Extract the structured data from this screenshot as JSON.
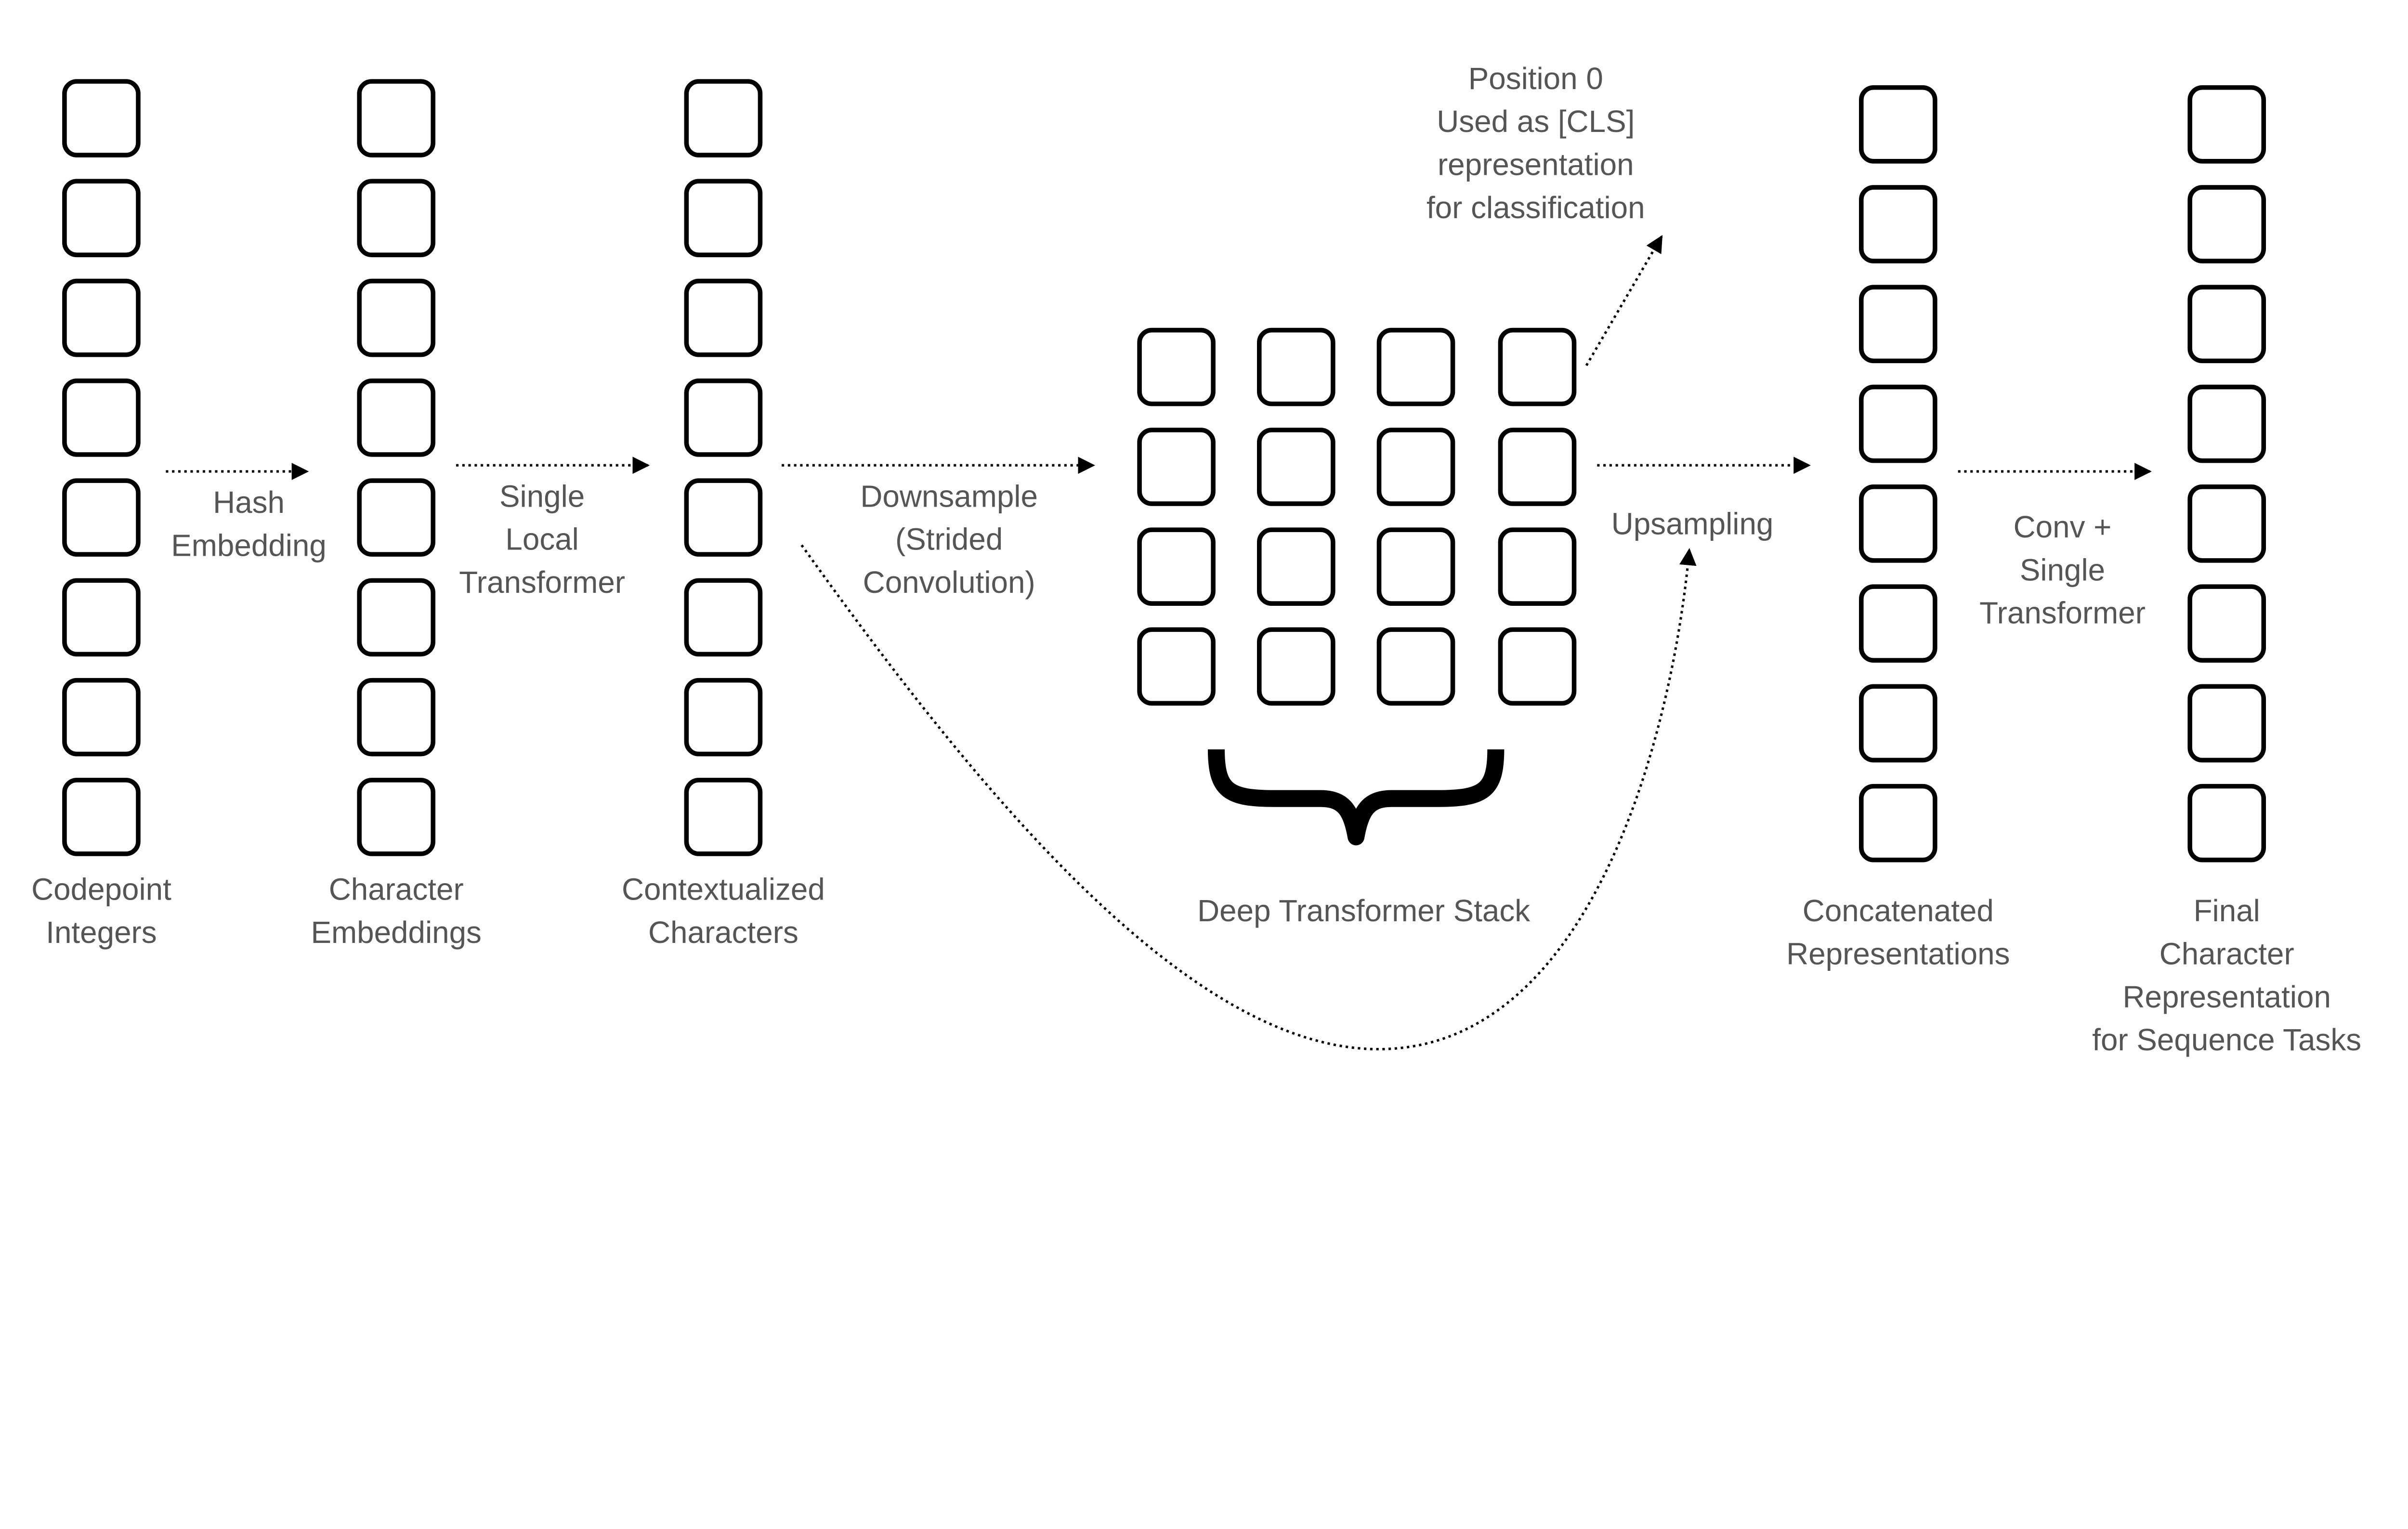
{
  "columns": [
    {
      "label": [
        "Codepoint",
        "Integers"
      ]
    },
    {
      "label": [
        "Character",
        "Embeddings"
      ]
    },
    {
      "label": [
        "Contextualized",
        "Characters"
      ]
    },
    {
      "label": [
        "Concatenated",
        "Representations"
      ]
    },
    {
      "label": [
        "Final",
        "Character",
        "Representation",
        "for Sequence Tasks"
      ]
    }
  ],
  "steps": [
    {
      "label": [
        "Hash",
        "Embedding"
      ]
    },
    {
      "label": [
        "Single",
        "Local",
        "Transformer"
      ]
    },
    {
      "label": [
        "Downsample",
        "(Strided",
        "Convolution)"
      ]
    },
    {
      "label": [
        "Upsampling"
      ]
    },
    {
      "label": [
        "Conv +",
        "Single",
        "Transformer"
      ]
    }
  ],
  "stack": {
    "label": "Deep Transformer Stack"
  },
  "cls_note": [
    "Position 0",
    "Used as [CLS]",
    "representation",
    "for classification"
  ],
  "colors": {
    "text": "#555555",
    "stroke": "#000000"
  }
}
